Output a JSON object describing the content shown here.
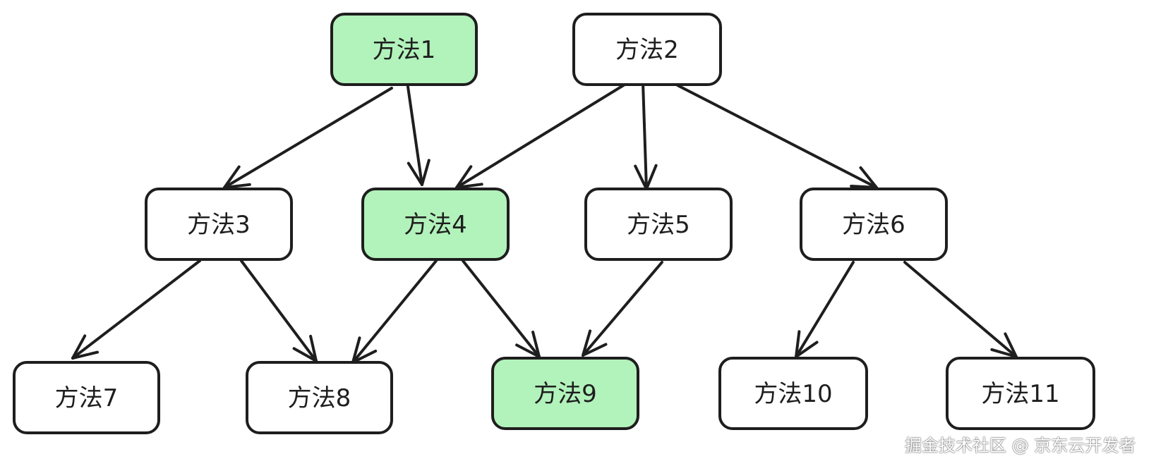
{
  "diagram": {
    "nodes": [
      {
        "id": "m1",
        "label": "方法1",
        "highlighted": true
      },
      {
        "id": "m2",
        "label": "方法2",
        "highlighted": false
      },
      {
        "id": "m3",
        "label": "方法3",
        "highlighted": false
      },
      {
        "id": "m4",
        "label": "方法4",
        "highlighted": true
      },
      {
        "id": "m5",
        "label": "方法5",
        "highlighted": false
      },
      {
        "id": "m6",
        "label": "方法6",
        "highlighted": false
      },
      {
        "id": "m7",
        "label": "方法7",
        "highlighted": false
      },
      {
        "id": "m8",
        "label": "方法8",
        "highlighted": false
      },
      {
        "id": "m9",
        "label": "方法9",
        "highlighted": true
      },
      {
        "id": "m10",
        "label": "方法10",
        "highlighted": false
      },
      {
        "id": "m11",
        "label": "方法11",
        "highlighted": false
      }
    ],
    "edges": [
      {
        "from": "m1",
        "to": "m3"
      },
      {
        "from": "m1",
        "to": "m4"
      },
      {
        "from": "m2",
        "to": "m4"
      },
      {
        "from": "m2",
        "to": "m5"
      },
      {
        "from": "m2",
        "to": "m6"
      },
      {
        "from": "m3",
        "to": "m7"
      },
      {
        "from": "m3",
        "to": "m8"
      },
      {
        "from": "m4",
        "to": "m8"
      },
      {
        "from": "m4",
        "to": "m9"
      },
      {
        "from": "m5",
        "to": "m9"
      },
      {
        "from": "m6",
        "to": "m10"
      },
      {
        "from": "m6",
        "to": "m11"
      }
    ],
    "colors": {
      "highlight_fill": "#b2f2bb",
      "default_fill": "#ffffff",
      "stroke": "#1e1e1e"
    }
  },
  "watermark": {
    "text": "掘金技术社区 @ 京东云开发者"
  }
}
